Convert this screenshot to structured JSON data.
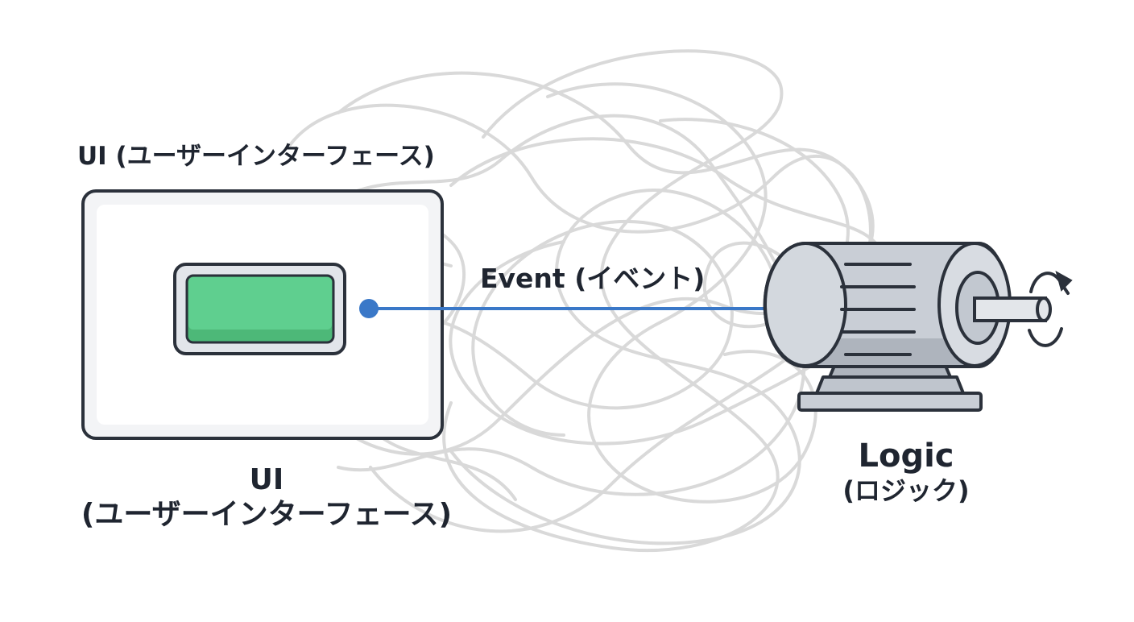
{
  "ui": {
    "top_label": "UI (ユーザーインターフェース)",
    "bottom_label_line1": "UI",
    "bottom_label_line2": "(ユーザーインターフェース)"
  },
  "event": {
    "label": "Event (イベント)"
  },
  "logic": {
    "label": "Logic",
    "sublabel": "(ロジック)"
  },
  "colors": {
    "outline": "#2b313b",
    "panel_fill": "#f3f4f6",
    "button_green": "#5fcf8f",
    "connector_blue": "#3a78c8",
    "tangle_gray": "#d9d9d9",
    "motor_metal": "#c9ced6"
  },
  "icons": [
    "motor-icon",
    "rotation-arrow-icon"
  ]
}
